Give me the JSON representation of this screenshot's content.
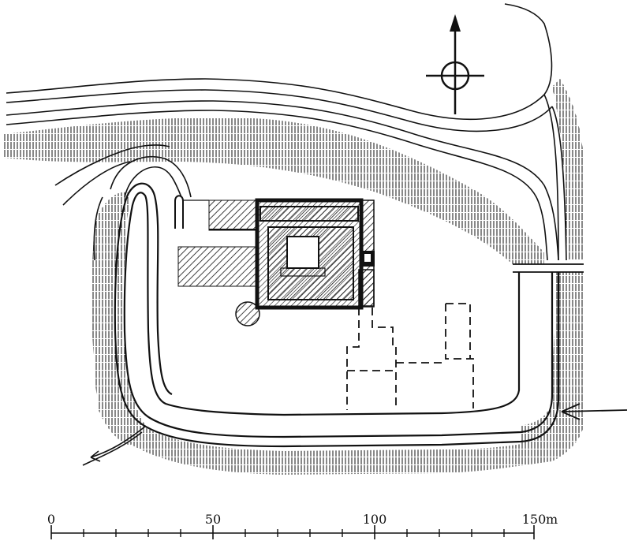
{
  "scale_bar": {
    "labels": [
      "0",
      "50",
      "100",
      "150"
    ],
    "unit": "m"
  },
  "north_arrow": {
    "icon": "north-arrow-icon"
  },
  "colors": {
    "ink": "#111111",
    "paper": "#ffffff"
  }
}
